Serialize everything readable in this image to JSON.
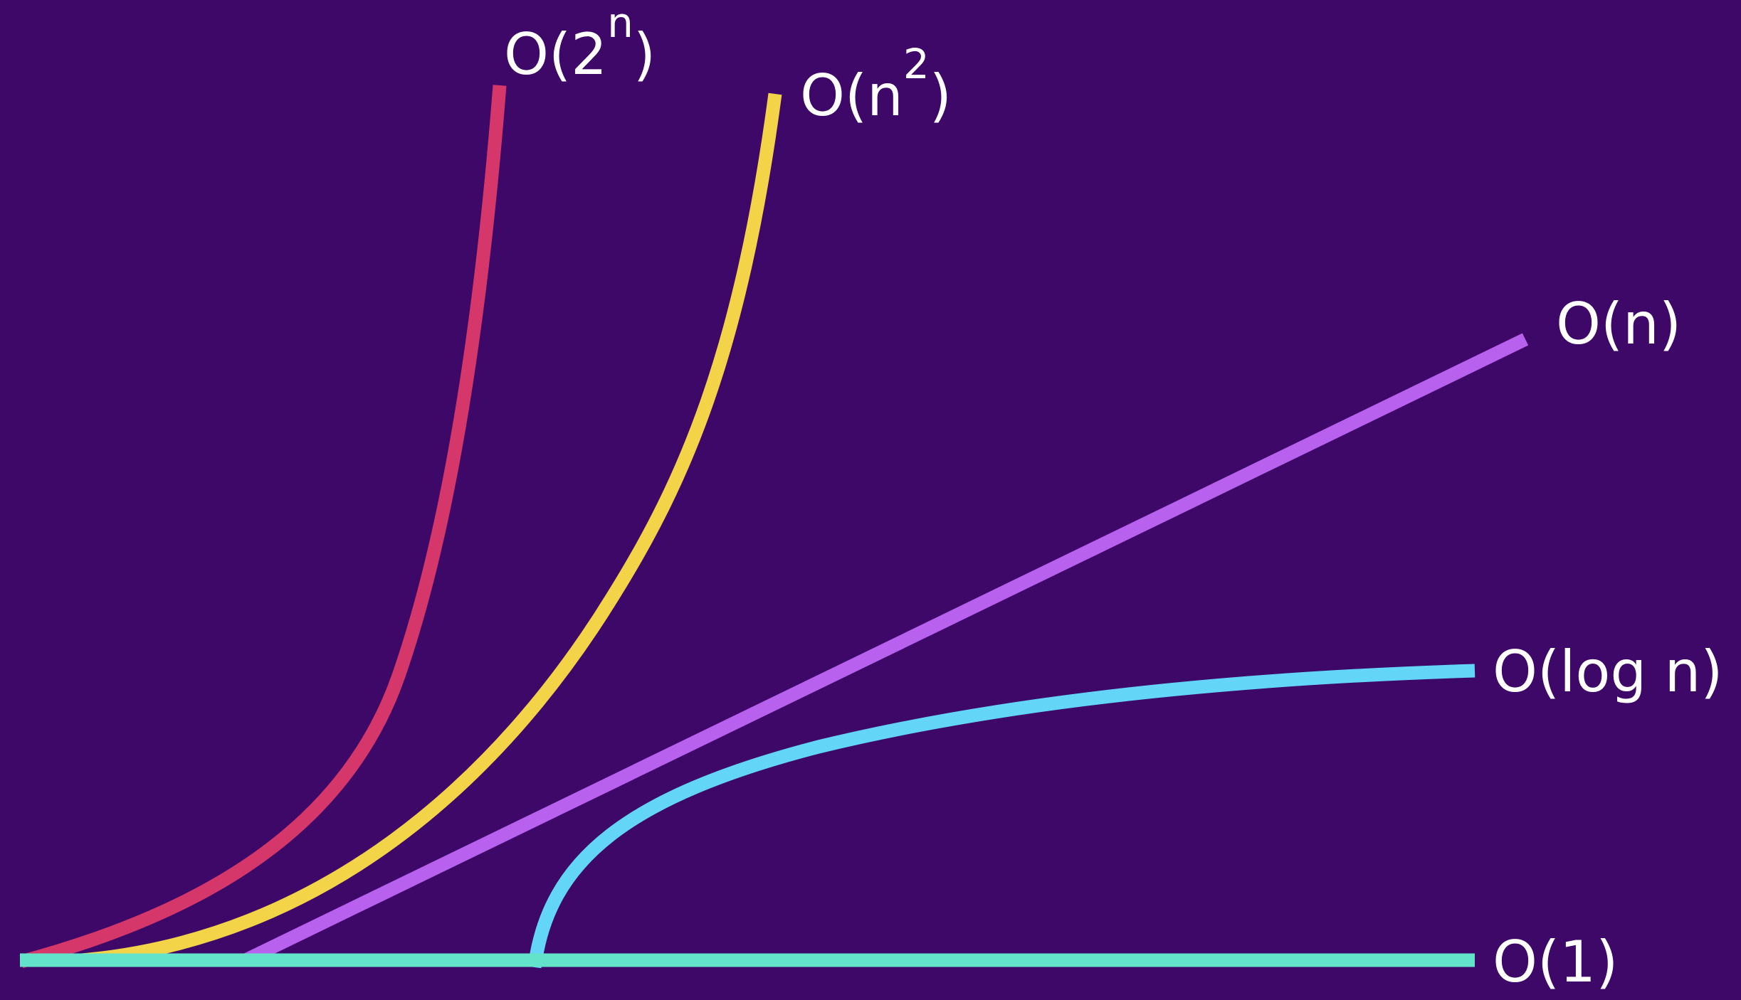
{
  "background_color": "#3d0868",
  "curves": [
    {
      "id": "exponential",
      "label": {
        "base": "O(2",
        "sup": "n",
        "close": ")"
      },
      "color": "#d5376a"
    },
    {
      "id": "quadratic",
      "label": {
        "base": "O(n",
        "sup": "2",
        "close": ")"
      },
      "color": "#f3d347"
    },
    {
      "id": "linear",
      "label": {
        "text": "O(n)"
      },
      "color": "#b861ee"
    },
    {
      "id": "logarithmic",
      "label": {
        "text": "O(log n)"
      },
      "color": "#63d6f7"
    },
    {
      "id": "constant",
      "label": {
        "text": "O(1)"
      },
      "color": "#63e3c9"
    }
  ]
}
